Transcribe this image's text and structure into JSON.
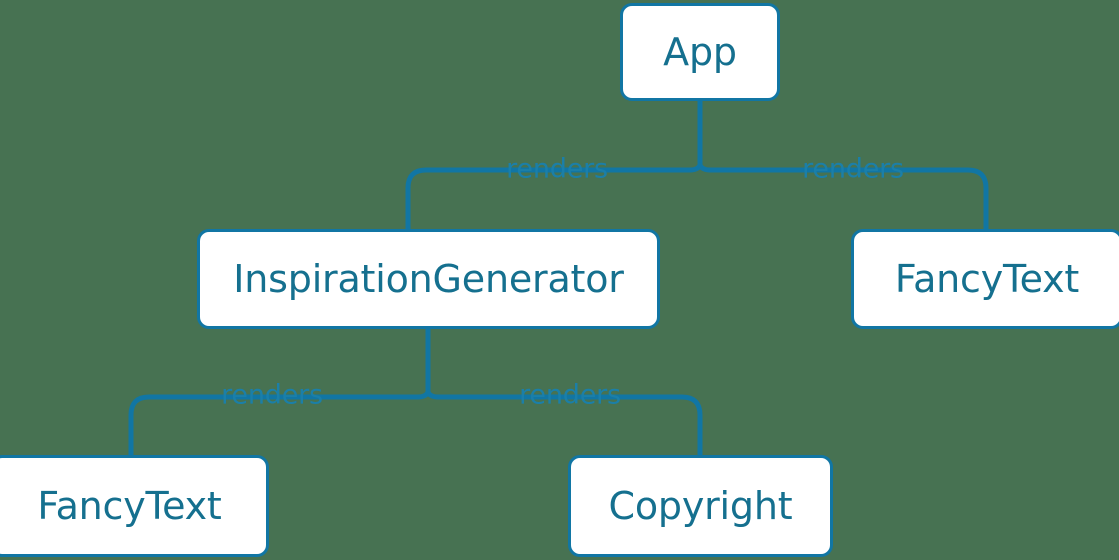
{
  "diagram": {
    "type": "component-tree",
    "title": "React component render tree",
    "background_color": "#477252",
    "box_fill_color": "#ffffff",
    "box_border_color": "#1176a4",
    "box_text_color": "#15708f",
    "edge_color": "#1176a4",
    "edge_label_color": "#1b7fa8",
    "nodes": [
      {
        "id": "app",
        "label": "App"
      },
      {
        "id": "inspirationgenerator",
        "label": "InspirationGenerator"
      },
      {
        "id": "fancytext_right",
        "label": "FancyText"
      },
      {
        "id": "fancytext_left",
        "label": "FancyText"
      },
      {
        "id": "copyright",
        "label": "Copyright"
      }
    ],
    "edges": [
      {
        "from": "app",
        "to": "inspirationgenerator",
        "label": "renders"
      },
      {
        "from": "app",
        "to": "fancytext_right",
        "label": "renders"
      },
      {
        "from": "inspirationgenerator",
        "to": "fancytext_left",
        "label": "renders"
      },
      {
        "from": "inspirationgenerator",
        "to": "copyright",
        "label": "renders"
      }
    ]
  }
}
